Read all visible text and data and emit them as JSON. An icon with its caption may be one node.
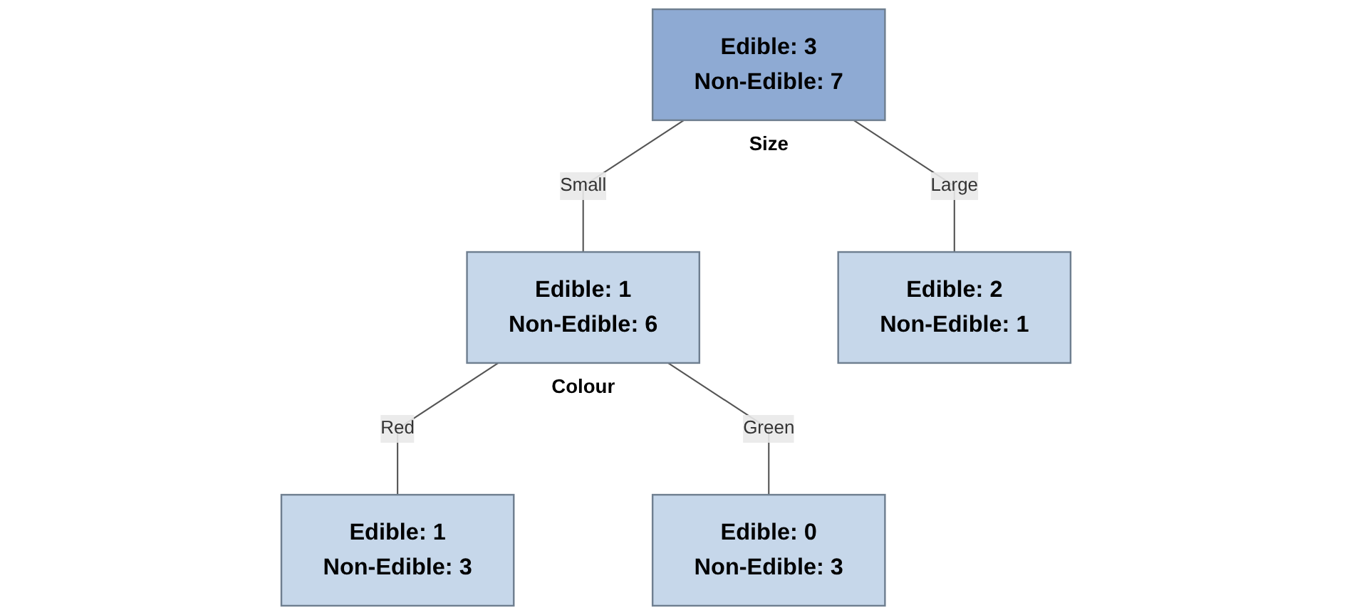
{
  "diagram": {
    "nodes": [
      {
        "text": [
          "Edible: 3",
          "Non-Edible: 7"
        ],
        "beside": [
          "Size"
        ]
      },
      {
        "text": [
          "Edible: 1",
          "Non-Edible: 6"
        ],
        "beside": [
          "Colour"
        ]
      },
      {
        "text": [
          "Edible: 2",
          "Non-Edible: 1"
        ]
      },
      {
        "text": [
          "Edible: 1",
          "Non-Edible: 3"
        ]
      },
      {
        "text": [
          "Edible: 0",
          "Non-Edible: 3"
        ]
      }
    ],
    "edges": [
      {
        "from": 0,
        "to": 1,
        "arrow": "none",
        "label": "Small"
      },
      {
        "from": 0,
        "to": 2,
        "arrow": "none",
        "label": "Large"
      },
      {
        "from": 1,
        "to": 3,
        "arrow": "none",
        "label": "Red"
      },
      {
        "from": 1,
        "to": 4,
        "arrow": "none",
        "label": "Green"
      }
    ]
  }
}
